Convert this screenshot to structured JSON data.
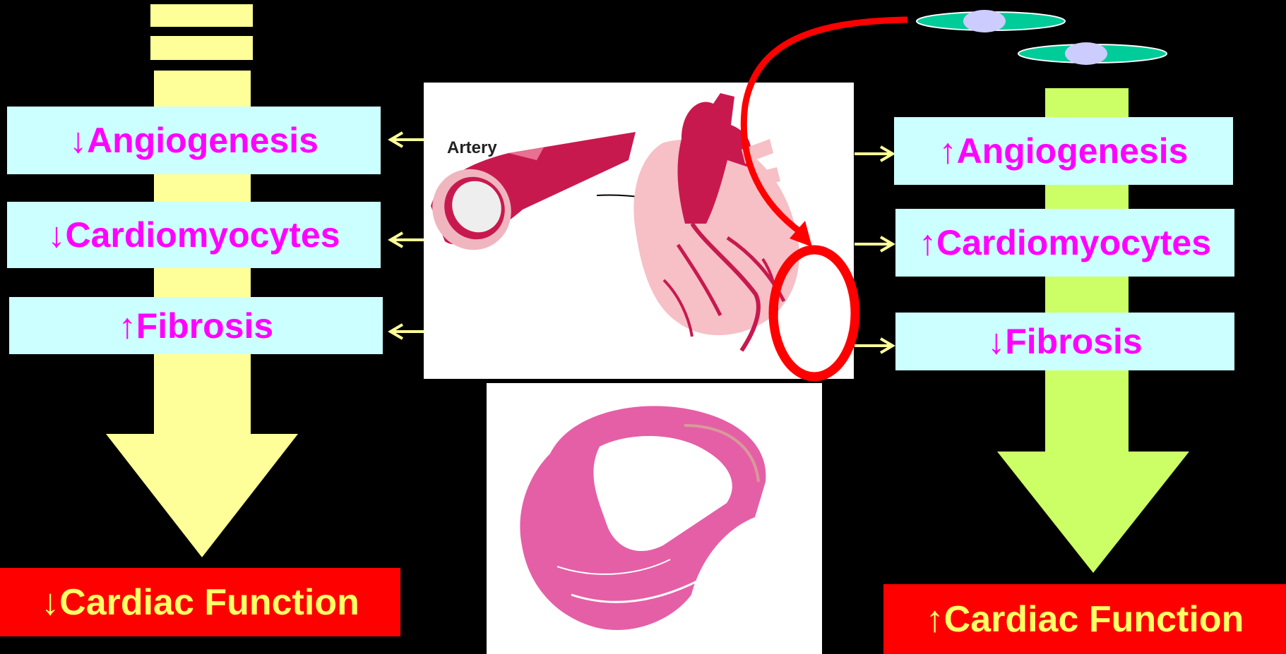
{
  "left": {
    "items": [
      {
        "arrow": "↓",
        "label": "Angiogenesis"
      },
      {
        "arrow": "↓",
        "label": "Cardiomyocytes"
      },
      {
        "arrow": "↑",
        "label": "Fibrosis"
      }
    ],
    "result": {
      "arrow": "↓",
      "label": "Cardiac Function"
    }
  },
  "right": {
    "items": [
      {
        "arrow": "↑",
        "label": "Angiogenesis"
      },
      {
        "arrow": "↑",
        "label": "Cardiomyocytes"
      },
      {
        "arrow": "↓",
        "label": "Fibrosis"
      }
    ],
    "result": {
      "arrow": "↑",
      "label": "Cardiac Function"
    }
  },
  "illustration": {
    "artery_label": "Artery"
  },
  "colors": {
    "left_arrow": "#ffff99",
    "right_arrow": "#ccff66",
    "label_bg": "#ccffff",
    "label_text": "#ff00ff",
    "result_bg": "#ff0000",
    "result_text": "#ffff66",
    "highlight": "#ff0000",
    "cell_body": "#00cc99",
    "cell_nucleus": "#ccccff"
  }
}
